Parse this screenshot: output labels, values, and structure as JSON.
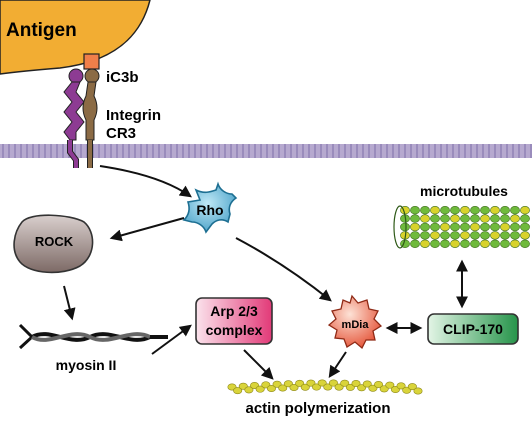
{
  "labels": {
    "antigen": "Antigen",
    "ic3b": "iC3b",
    "integrin_line1": "Integrin",
    "integrin_line2": "CR3",
    "rho": "Rho",
    "rock": "ROCK",
    "myosin": "myosin II",
    "arp_line1": "Arp 2/3",
    "arp_line2": "complex",
    "mdia": "mDia",
    "clip": "CLIP-170",
    "microtubules": "microtubules",
    "actin": "actin polymerization"
  },
  "colors": {
    "antigen": "#f2ad33",
    "ic3b": "#f07f4a",
    "integrin_purple": "#8d3b93",
    "integrin_brown": "#8b6b45",
    "membrane": "#a79ac3",
    "rho": "#5fb4d4",
    "rock": "#9b8a86",
    "arp": "#e8457f",
    "mdia": "#ea5a3a",
    "clip": "#2f9f55",
    "microtubule_green": "#6fba3c",
    "microtubule_yellow": "#d8d22c",
    "actin": "#d9d43a"
  }
}
